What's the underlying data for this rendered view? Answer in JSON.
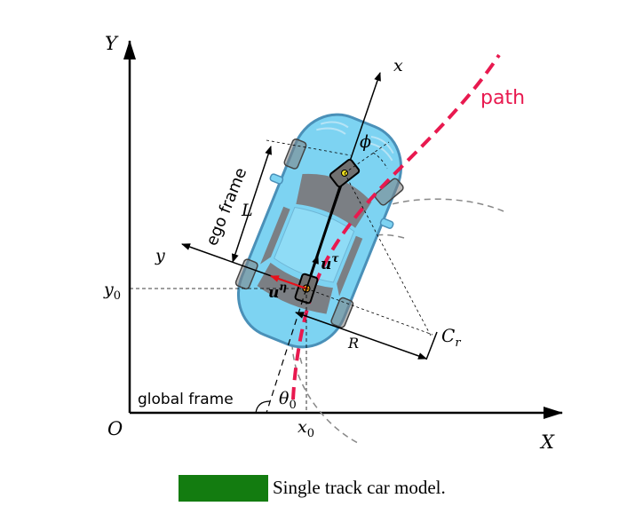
{
  "axes": {
    "y_axis_label": "Y",
    "x_axis_label": "X",
    "origin_label": "O",
    "y0_label": "y",
    "y0_subscript": "0",
    "x0_label": "x",
    "x0_subscript": "0"
  },
  "frames": {
    "global_frame_label": "global frame",
    "ego_frame_label": "ego frame",
    "ego_x_label": "x",
    "ego_y_label": "y"
  },
  "annotations": {
    "path_label": "path",
    "wheelbase_label": "L",
    "steering_angle_label": "ϕ",
    "heading_angle_label": "θ",
    "heading_angle_subscript": "0",
    "radius_label": "R",
    "center_of_rotation_label": "C",
    "center_of_rotation_subscript": "r",
    "u_tau_label": "u",
    "u_tau_superscript": "τ",
    "u_eta_label": "u",
    "u_eta_superscript": "η"
  },
  "caption": {
    "text": "Single track car model."
  },
  "colors": {
    "path": "#e8194f",
    "car_body": "#7dd3f2",
    "car_outline": "#4a90b8",
    "car_interior": "#7b7f84",
    "wheel": "#808080",
    "u_eta_arrow": "#e8101a",
    "caption_box": "#137c10",
    "arc": "#888888"
  }
}
